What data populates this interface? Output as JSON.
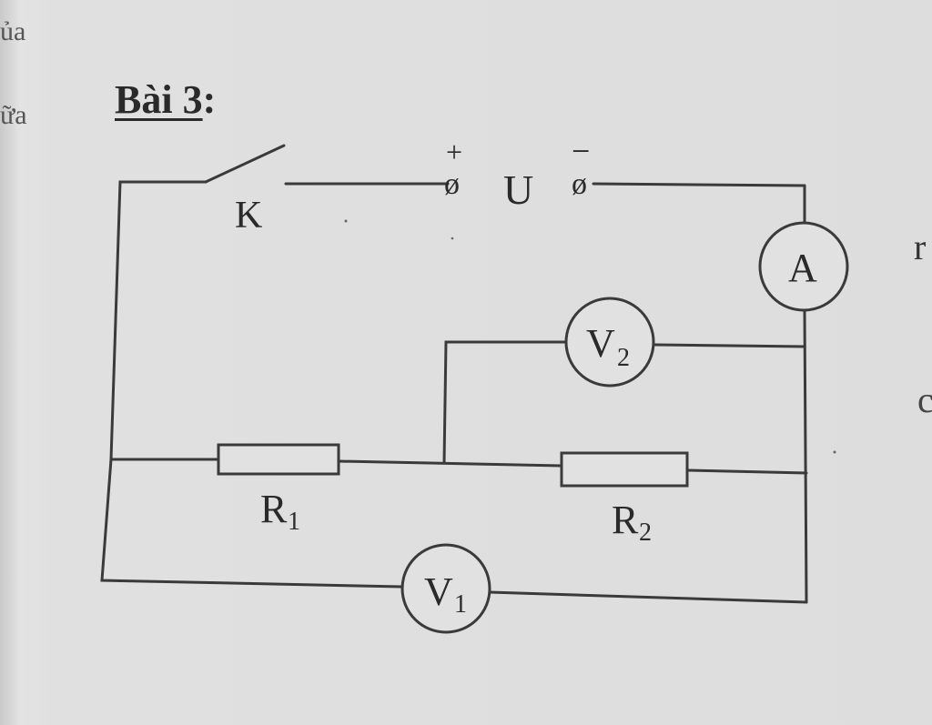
{
  "page": {
    "margin_fragments": [
      "ủa",
      "ữa"
    ],
    "right_fragments": [
      "r",
      "c"
    ]
  },
  "problem": {
    "title": "Bài 3",
    "title_colon": ":"
  },
  "circuit": {
    "switch_label": "K",
    "source": {
      "plus": "+",
      "minus": "−",
      "terminal_symbol": "ø",
      "label": "U"
    },
    "ammeter": "A",
    "voltmeter_2": {
      "letter": "V",
      "sub": "2"
    },
    "voltmeter_1": {
      "letter": "V",
      "sub": "1"
    },
    "resistor_1": {
      "letter": "R",
      "sub": "1"
    },
    "resistor_2": {
      "letter": "R",
      "sub": "2"
    }
  }
}
